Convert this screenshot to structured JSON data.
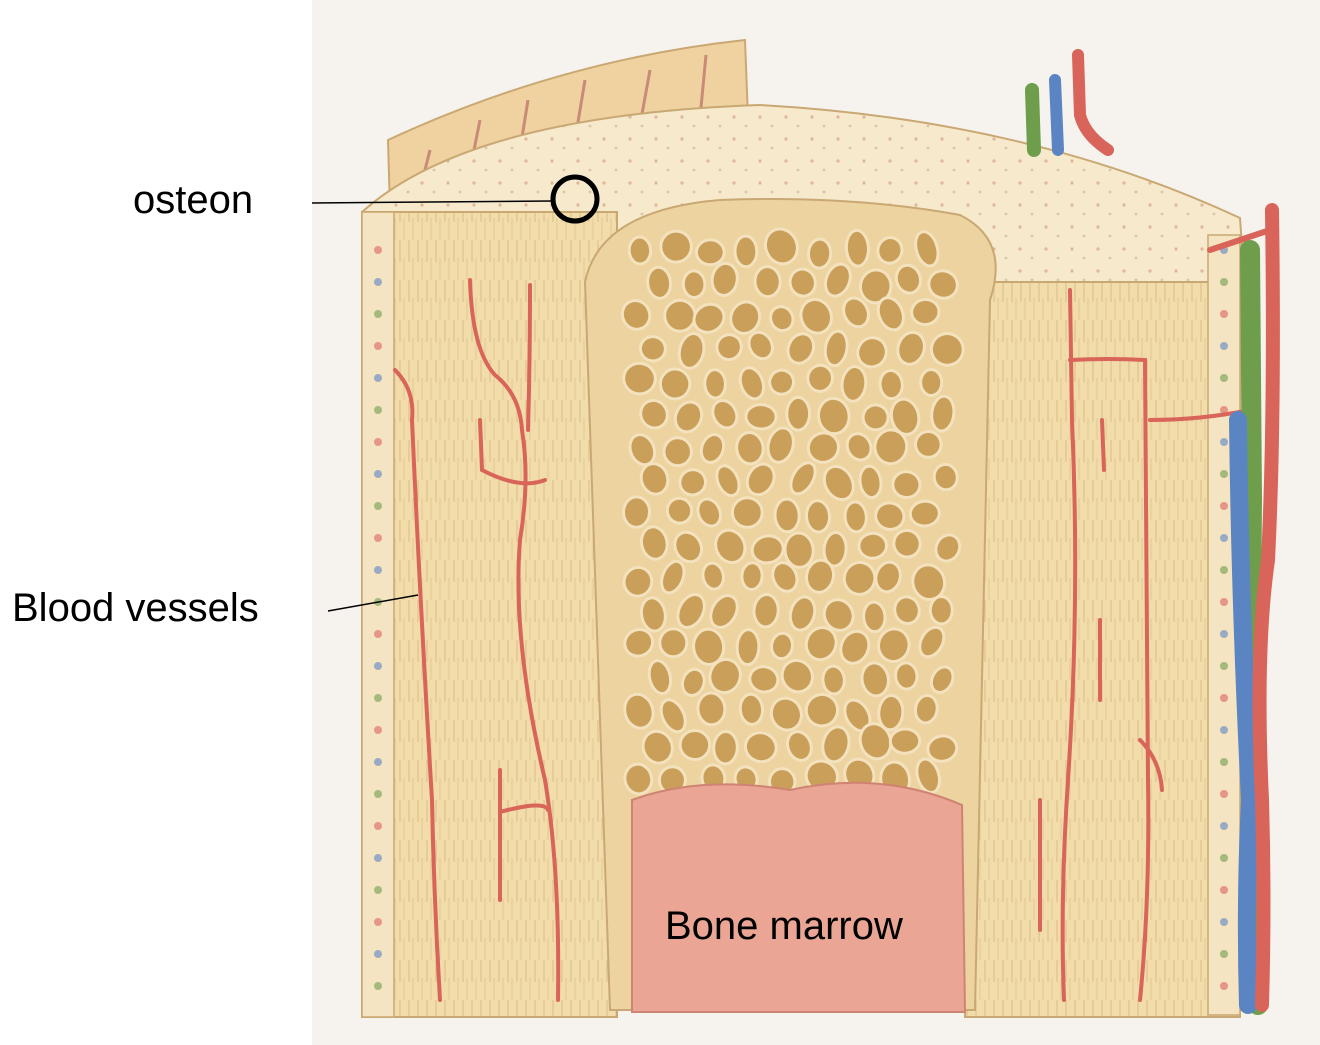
{
  "labels": {
    "osteon": "osteon",
    "blood_vessels": "Blood vessels",
    "bone_marrow": "Bone marrow"
  },
  "colors": {
    "background_panel": "#f6f3ee",
    "compact_bone": "#f2dcaa",
    "bone_cap": "#f7e9cc",
    "spongy_bone": "#e8c98c",
    "marrow_spaces": "#c99f5a",
    "bone_marrow": "#eaa595",
    "artery": "#d9645a",
    "vein": "#5b85c2",
    "nerve": "#6e9e4c",
    "leader_line": "#000000"
  }
}
